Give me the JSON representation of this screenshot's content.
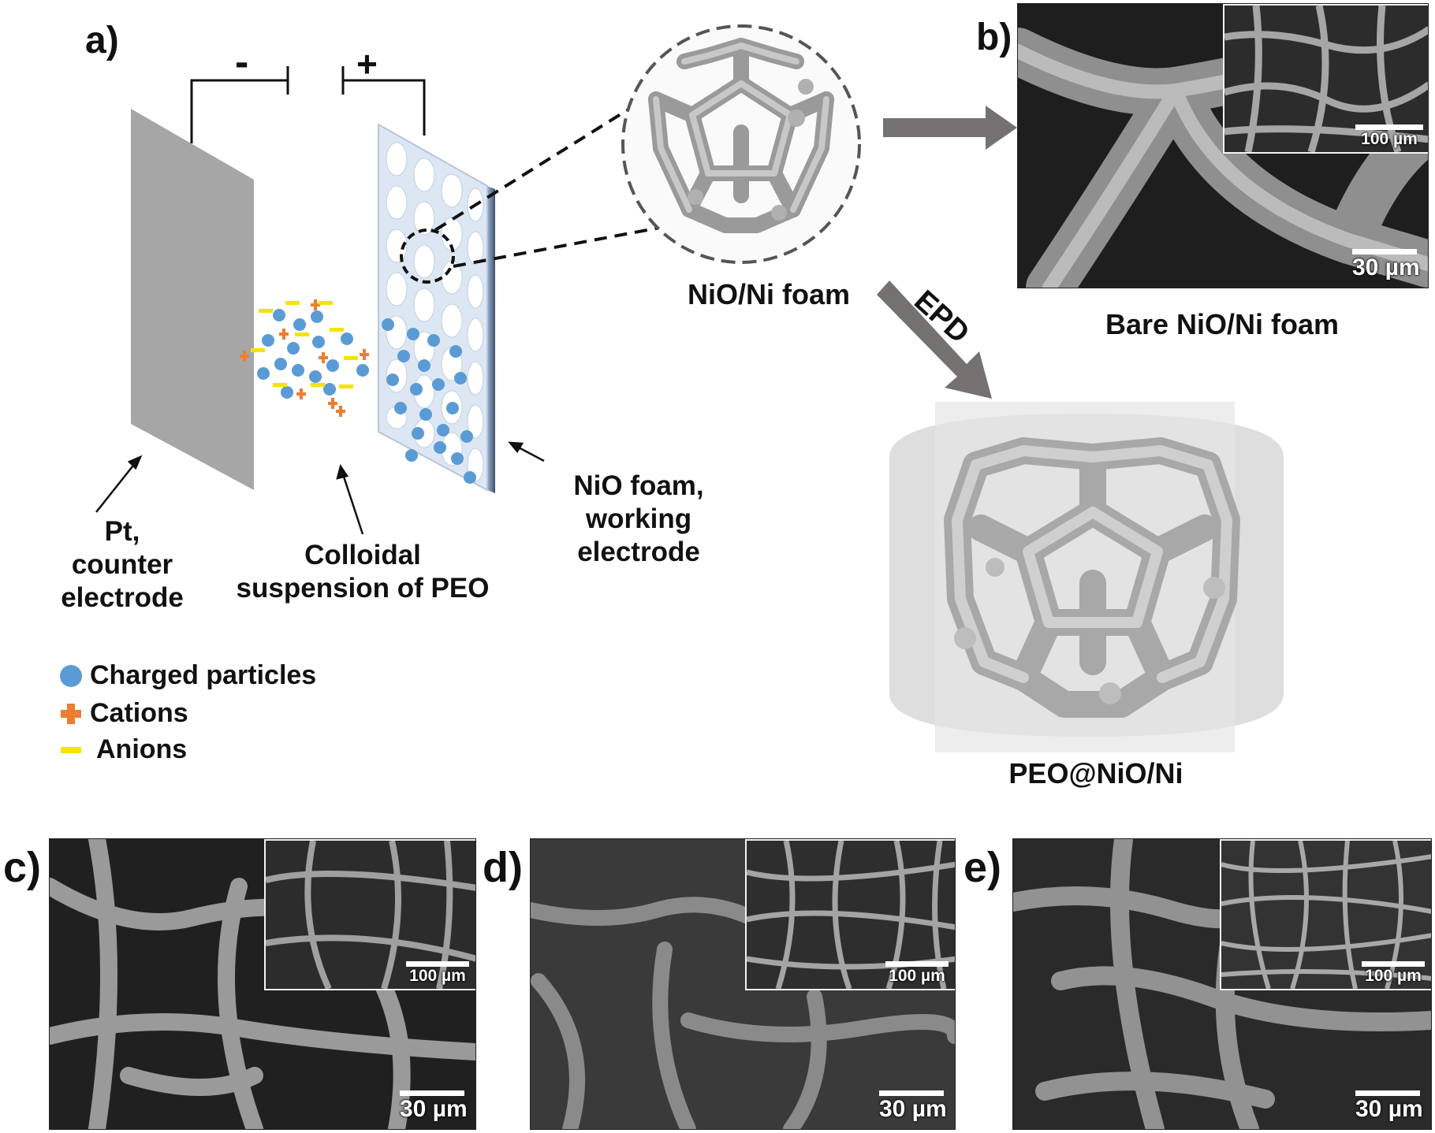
{
  "panels": {
    "a": "a)",
    "b": "b)",
    "c": "c)",
    "d": "d)",
    "e": "e)"
  },
  "polarity": {
    "negative": "-",
    "positive": "+"
  },
  "labels": {
    "counter_electrode": [
      "Pt,",
      "counter",
      "electrode"
    ],
    "colloidal": [
      "Colloidal",
      "suspension of PEO"
    ],
    "working_electrode": [
      "NiO foam,",
      "working",
      "electrode"
    ],
    "nio_ni_foam": "NiO/Ni foam",
    "epd": "EPD",
    "bare_foam": "Bare NiO/Ni foam",
    "peo_coated": "PEO@NiO/Ni"
  },
  "legend": [
    {
      "symbol": "charged-particle",
      "label": "Charged particles"
    },
    {
      "symbol": "cation",
      "label": "Cations"
    },
    {
      "symbol": "anion",
      "label": "Anions"
    }
  ],
  "scalebars": {
    "b_main": "30 µm",
    "b_inset": "100 µm",
    "c_main": "30 µm",
    "c_inset": "100  µm",
    "d_main": "30 µm",
    "d_inset": "100 µm",
    "e_main": "30 µm",
    "e_inset": "100 µm"
  },
  "colors": {
    "charged_particle": "#5b9bd5",
    "cation": "#ed7d31",
    "anion": "#f4e400",
    "counter_plate": "#a6a6a6",
    "foam_plate": "#dde7f3",
    "arrow_grey": "#767171"
  }
}
